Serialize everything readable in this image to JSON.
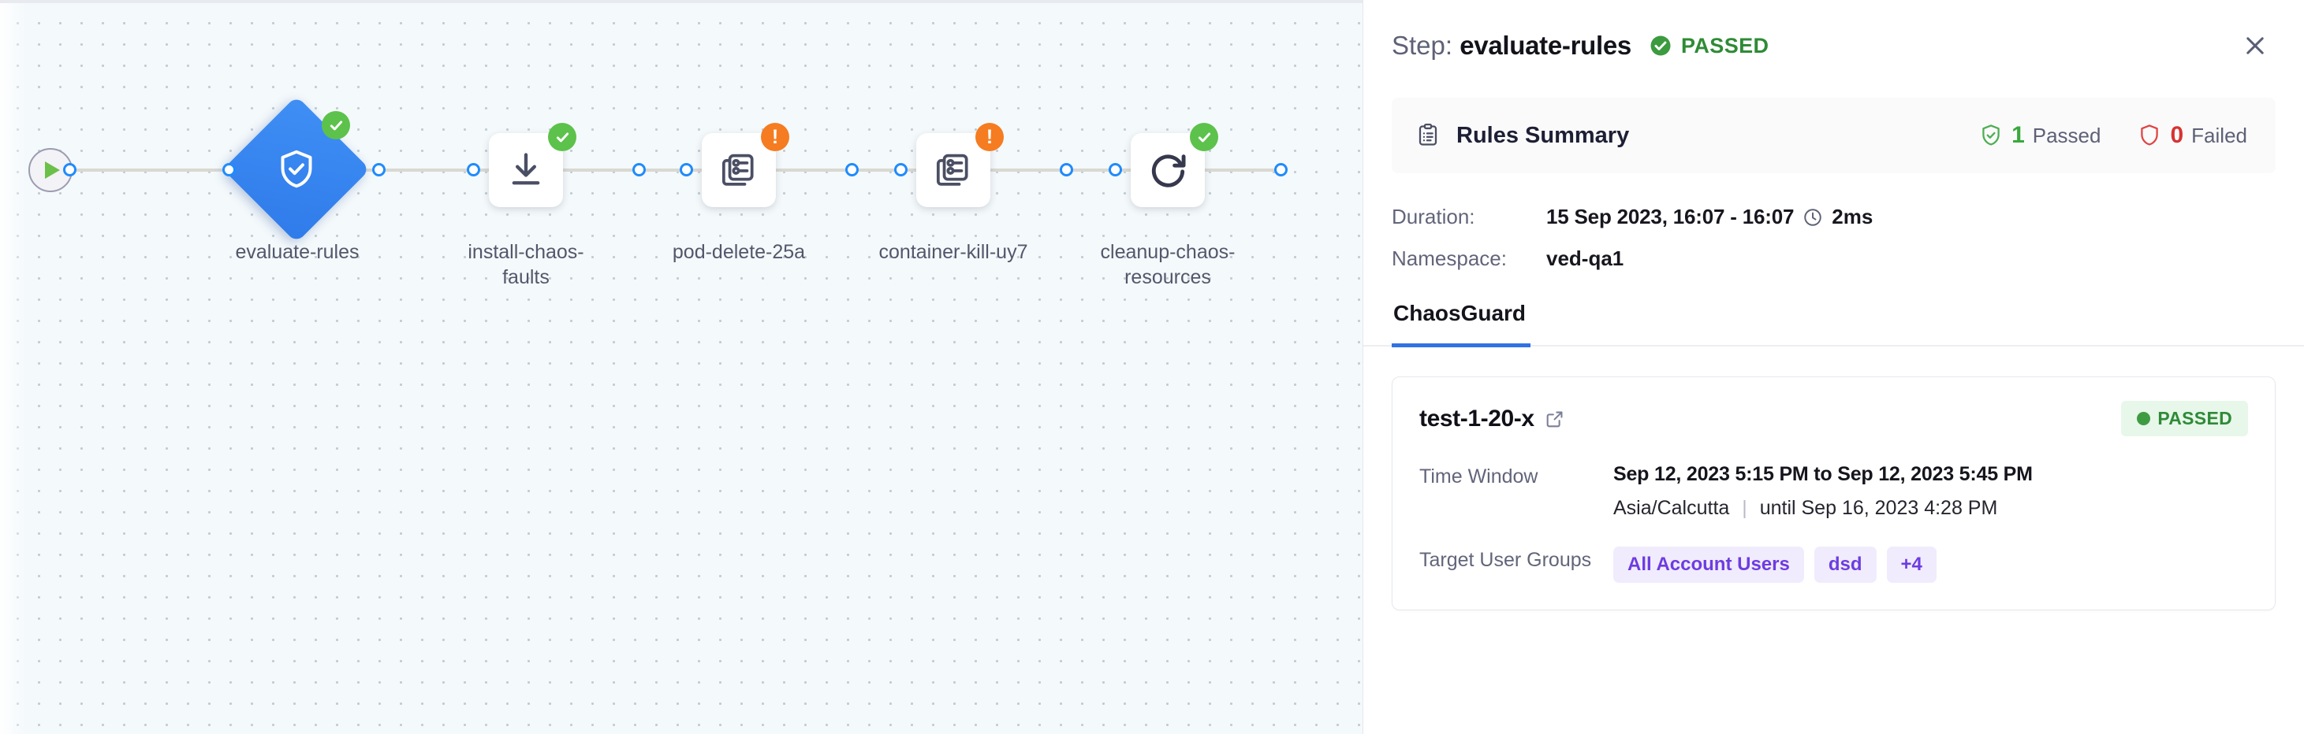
{
  "canvas": {
    "start_node": {
      "name": "start-node",
      "icon": "play-icon"
    },
    "nodes": [
      {
        "label": "evaluate-rules",
        "icon": "shield-check-icon",
        "status": "success",
        "shape": "diamond",
        "selected": true
      },
      {
        "label": "install-chaos-\nfaults",
        "icon": "download-icon",
        "status": "success",
        "shape": "box",
        "selected": false
      },
      {
        "label": "pod-delete-25a",
        "icon": "chaos-fault-icon",
        "status": "warning",
        "shape": "box",
        "selected": false
      },
      {
        "label": "container-kill-uy7",
        "icon": "chaos-fault-icon",
        "status": "warning",
        "shape": "box",
        "selected": false
      },
      {
        "label": "cleanup-chaos-\nresources",
        "icon": "refresh-icon",
        "status": "success",
        "shape": "box",
        "selected": false
      }
    ]
  },
  "panel": {
    "title_label": "Step:",
    "title_value": "evaluate-rules",
    "status_text": "PASSED",
    "close_icon": "close-icon",
    "rules_summary": {
      "icon": "clipboard-icon",
      "title": "Rules Summary",
      "passed_count": "1",
      "passed_label": "Passed",
      "failed_count": "0",
      "failed_label": "Failed"
    },
    "meta": [
      {
        "key": "Duration:",
        "value": "15 Sep 2023, 16:07 - 16:07",
        "extra": "2ms",
        "icon": "clock-icon"
      },
      {
        "key": "Namespace:",
        "value": "ved-qa1",
        "extra": "",
        "icon": ""
      }
    ],
    "tabs": [
      {
        "label": "ChaosGuard",
        "active": true
      }
    ],
    "guard_card": {
      "name": "test-1-20-x",
      "link_icon": "external-link-icon",
      "status": "PASSED",
      "rows": [
        {
          "key": "Time Window",
          "main": "Sep 12, 2023 5:15 PM to Sep 12, 2023 5:45 PM",
          "sub_tz": "Asia/Calcutta",
          "sub_until": "until Sep 16, 2023 4:28 PM"
        },
        {
          "key": "Target User Groups",
          "chips": [
            "All Account Users",
            "dsd",
            "+4"
          ]
        }
      ]
    }
  },
  "colors": {
    "accent_blue": "#2f72e3",
    "node_blue": "#3f8ff5",
    "success_green": "#5cc24b",
    "warning_orange": "#f57c20",
    "chip_purple": "#6d3ce0",
    "canvas_bg": "#f4f9fb"
  }
}
